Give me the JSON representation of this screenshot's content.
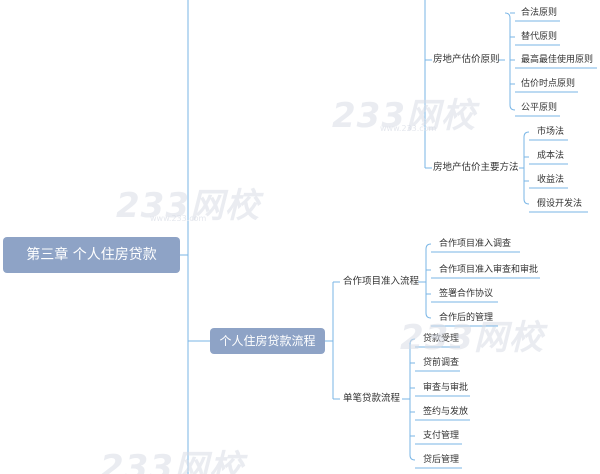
{
  "root": {
    "label": "第三章 个人住房贷款"
  },
  "principles": {
    "label": "房地产估价原则",
    "items": [
      "合法原则",
      "替代原则",
      "最高最佳使用原则",
      "估价时点原则",
      "公平原则"
    ]
  },
  "methods": {
    "label": "房地产估价主要方法",
    "items": [
      "市场法",
      "成本法",
      "收益法",
      "假设开发法"
    ]
  },
  "process": {
    "label": "个人住房贷款流程",
    "cooperation": {
      "label": "合作项目准入流程",
      "items": [
        "合作项目准入调查",
        "合作项目准入审查和审批",
        "签署合作协议",
        "合作后的管理"
      ]
    },
    "single": {
      "label": "单笔贷款流程",
      "items": [
        "贷款受理",
        "贷前调查",
        "审查与审批",
        "签约与发放",
        "支付管理",
        "贷后管理"
      ]
    }
  },
  "watermark": {
    "brand": "233网校",
    "site": "www.233.com"
  },
  "colors": {
    "line": "#7ab6e6",
    "node": "#8ea3c6",
    "leaf_underline": "#7ab6e6"
  }
}
